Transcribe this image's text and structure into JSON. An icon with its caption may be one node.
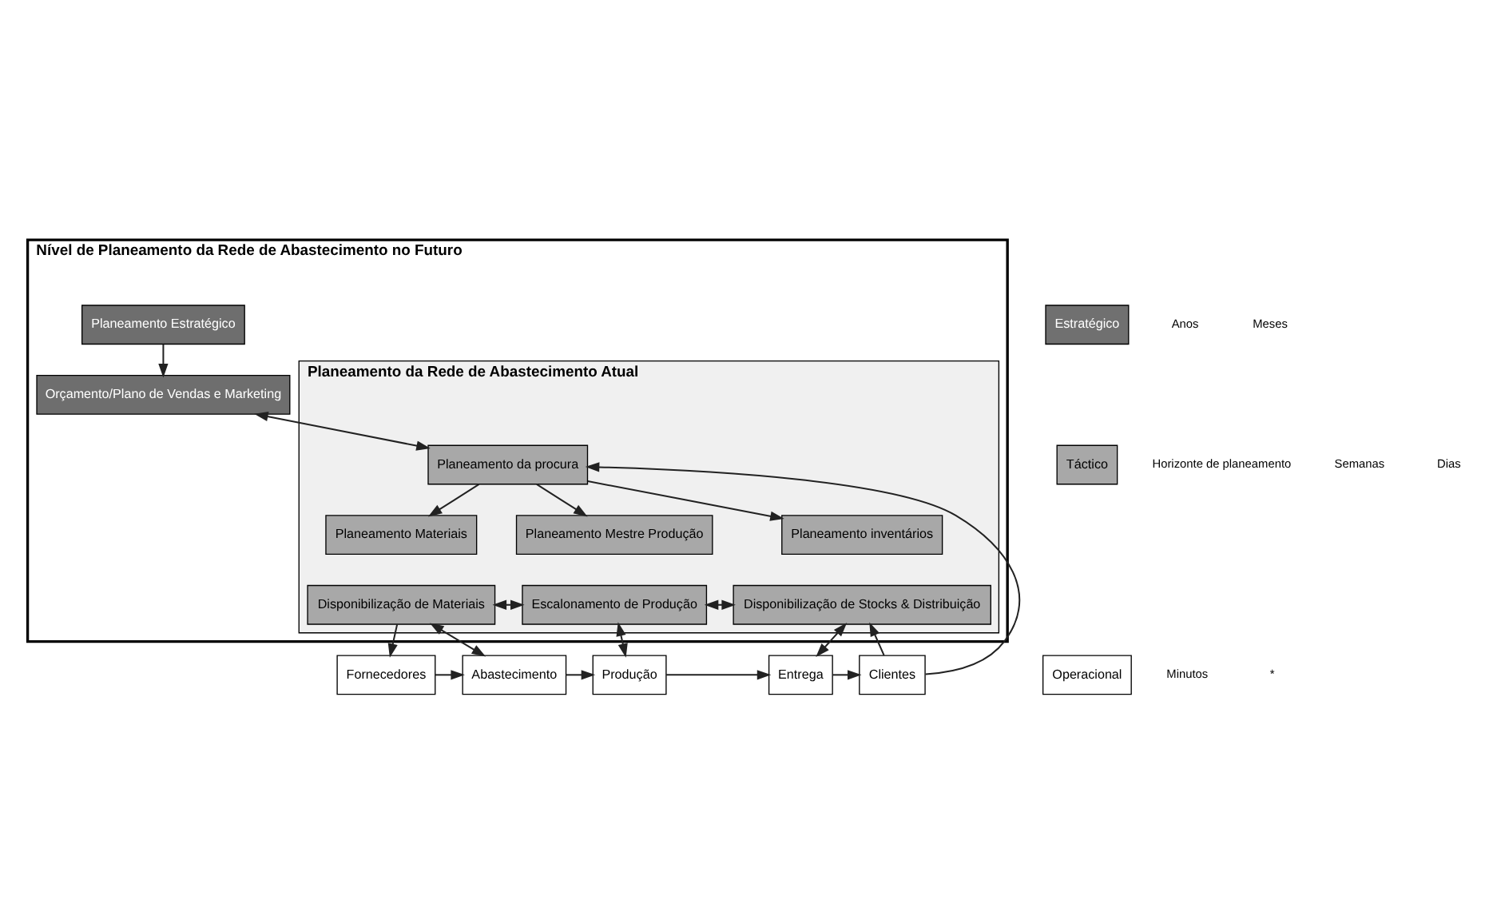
{
  "diagram": {
    "nodes": [
      {
        "text": [
          "Nível de Planeamento da Rede de Abastecimento no Futuro"
        ]
      },
      {
        "text": [
          "Planeamento Estratégico"
        ],
        "in": 0
      },
      {
        "text": [
          "Orçamento/Plano de Vendas e Marketing"
        ],
        "in": 0
      },
      {
        "text": [
          "Planeamento da Rede de Abastecimento Atual"
        ],
        "in": 0
      },
      {
        "text": [
          "Planeamento da procura"
        ],
        "in": 3
      },
      {
        "text": [
          "Planeamento Materiais"
        ],
        "in": 3
      },
      {
        "text": [
          "Disponibilização de Materiais"
        ],
        "in": 3
      },
      {
        "text": [
          "Planeamento Mestre Produção"
        ],
        "in": 3
      },
      {
        "text": [
          "Escalonamento de Produção"
        ],
        "in": 3
      },
      {
        "text": [
          "Planeamento inventários"
        ],
        "in": 3
      },
      {
        "text": [
          "Disponibilização de Stocks & Distribuição"
        ],
        "in": 3
      },
      {
        "text": [
          "Fornecedores"
        ]
      },
      {
        "text": [
          "Abastecimento"
        ]
      },
      {
        "text": [
          "Produção"
        ]
      },
      {
        "text": [
          "Entrega"
        ]
      },
      {
        "text": [
          "Clientes"
        ]
      },
      {
        "text": [
          "Estratégico"
        ]
      },
      {
        "text": [
          "Táctico"
        ]
      },
      {
        "text": [
          "Operacional"
        ]
      }
    ],
    "edges": [
      {
        "from": 1,
        "to": 2,
        "arrow": "to"
      },
      {
        "from": 2,
        "to": 4,
        "arrow": "both"
      },
      {
        "from": 4,
        "to": 5,
        "arrow": "to"
      },
      {
        "from": 4,
        "to": 7,
        "arrow": "to"
      },
      {
        "from": 4,
        "to": 9,
        "arrow": "to"
      },
      {
        "from": 6,
        "to": 8,
        "arrow": "both"
      },
      {
        "from": 8,
        "to": 10,
        "arrow": "both"
      },
      {
        "from": 6,
        "to": 11,
        "arrow": "to"
      },
      {
        "from": 15,
        "to": 4,
        "arrow": "to"
      },
      {
        "from": 15,
        "to": 10,
        "arrow": "to"
      },
      {
        "from": 6,
        "to": 12,
        "arrow": "both"
      },
      {
        "from": 8,
        "to": 13,
        "arrow": "both"
      },
      {
        "from": 10,
        "to": 14,
        "arrow": "both"
      },
      {
        "from": 11,
        "to": 12,
        "arrow": "to"
      },
      {
        "from": 12,
        "to": 13,
        "arrow": "to"
      },
      {
        "from": 13,
        "to": 14,
        "arrow": "to"
      },
      {
        "from": 14,
        "to": 15,
        "arrow": "to"
      }
    ],
    "labels": [
      "Horizonte de planeamento",
      "Anos",
      "Meses",
      "Semanas",
      "Dias",
      "Minutos",
      "*"
    ]
  }
}
